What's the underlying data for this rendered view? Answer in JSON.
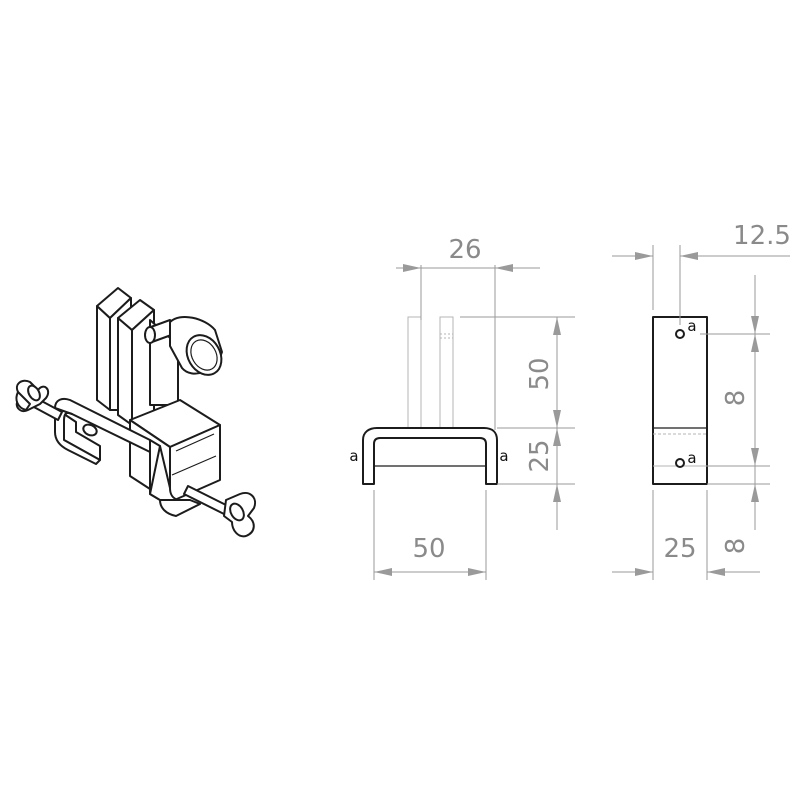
{
  "drawing": {
    "dimensions": {
      "front_top_width": "26",
      "front_height_upper": "50",
      "front_height_lower": "25",
      "front_bottom_width": "50",
      "side_offset": "12.5",
      "side_height_upper": "8",
      "side_width": "25",
      "side_height_lower": "8"
    },
    "hole_marks": {
      "front_left": "a",
      "front_right": "a",
      "side_top": "a",
      "side_bottom": "a"
    }
  }
}
